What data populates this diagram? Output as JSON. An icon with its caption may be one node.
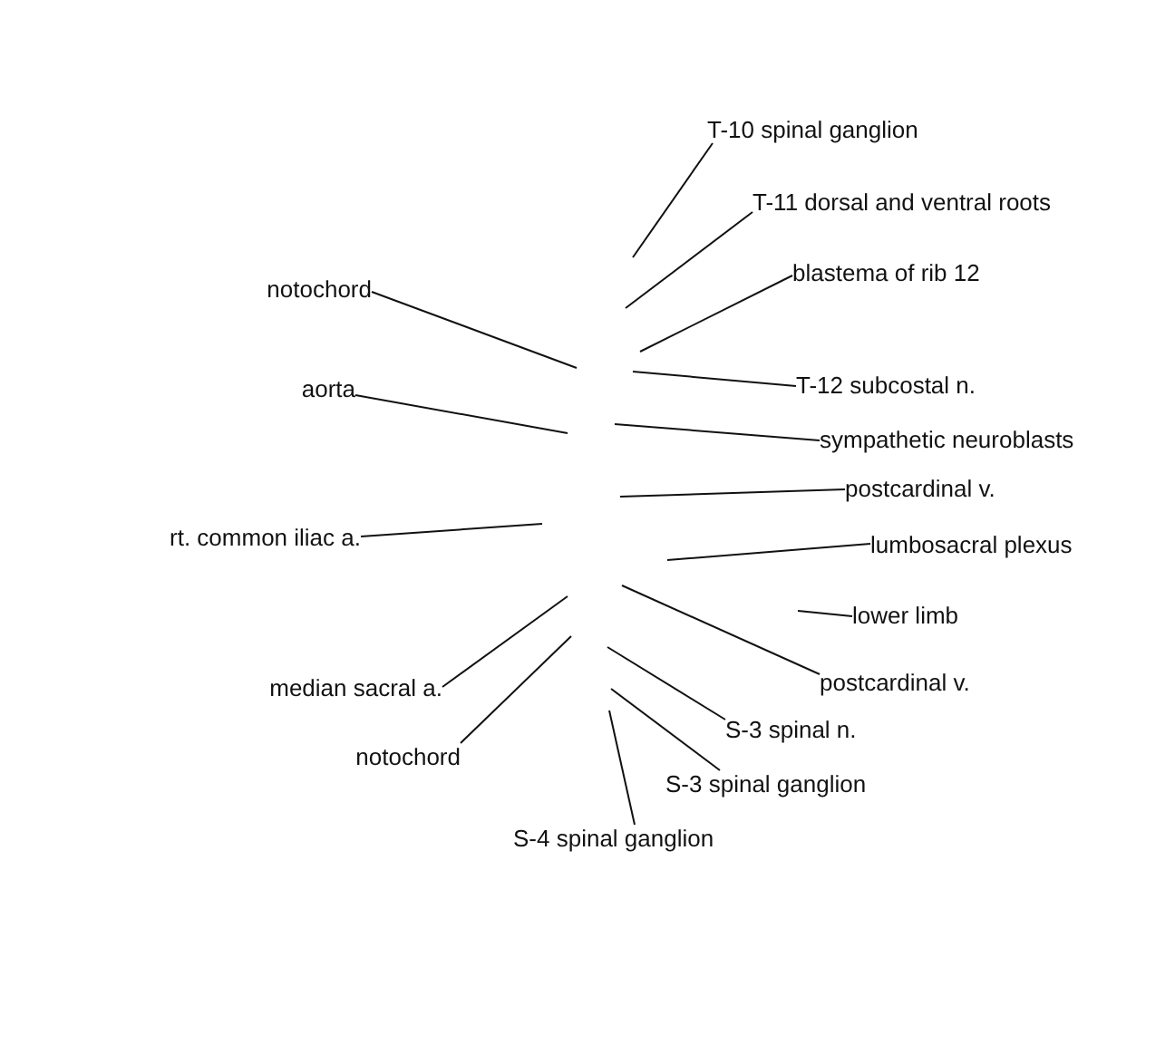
{
  "diagram": {
    "nodes": [
      {
        "text": [
          "T-10 spinal ganglion"
        ]
      },
      {
        "text": [
          "T-11 dorsal and ventral roots"
        ]
      },
      {
        "text": [
          "blastema of rib 12"
        ]
      },
      {
        "text": [
          "notochord"
        ]
      },
      {
        "text": [
          "T-12 subcostal n."
        ]
      },
      {
        "text": [
          "aorta"
        ]
      },
      {
        "text": [
          "sympathetic neuroblasts"
        ]
      },
      {
        "text": [
          "postcardinal v."
        ]
      },
      {
        "text": [
          "rt. common iliac a."
        ]
      },
      {
        "text": [
          "lumbosacral plexus"
        ]
      },
      {
        "text": [
          "lower limb"
        ]
      },
      {
        "text": [
          "postcardinal v."
        ]
      },
      {
        "text": [
          "median sacral a."
        ]
      },
      {
        "text": [
          "S-3 spinal n."
        ]
      },
      {
        "text": [
          "notochord"
        ]
      },
      {
        "text": [
          "S-3 spinal ganglion"
        ]
      },
      {
        "text": [
          "S-4 spinal ganglion"
        ]
      }
    ],
    "edges": [
      {
        "from": 0,
        "to": null,
        "arrow": "none"
      },
      {
        "from": 1,
        "to": null,
        "arrow": "none"
      },
      {
        "from": 2,
        "to": null,
        "arrow": "none"
      },
      {
        "from": 3,
        "to": null,
        "arrow": "none"
      },
      {
        "from": 4,
        "to": null,
        "arrow": "none"
      },
      {
        "from": 5,
        "to": null,
        "arrow": "none"
      },
      {
        "from": 6,
        "to": null,
        "arrow": "none"
      },
      {
        "from": 7,
        "to": null,
        "arrow": "none"
      },
      {
        "from": 8,
        "to": null,
        "arrow": "none"
      },
      {
        "from": 9,
        "to": null,
        "arrow": "none"
      },
      {
        "from": 10,
        "to": null,
        "arrow": "none"
      },
      {
        "from": 11,
        "to": null,
        "arrow": "none"
      },
      {
        "from": 12,
        "to": null,
        "arrow": "none"
      },
      {
        "from": 13,
        "to": null,
        "arrow": "none"
      },
      {
        "from": 14,
        "to": null,
        "arrow": "none"
      },
      {
        "from": 15,
        "to": null,
        "arrow": "none"
      },
      {
        "from": 16,
        "to": null,
        "arrow": "none"
      }
    ]
  }
}
